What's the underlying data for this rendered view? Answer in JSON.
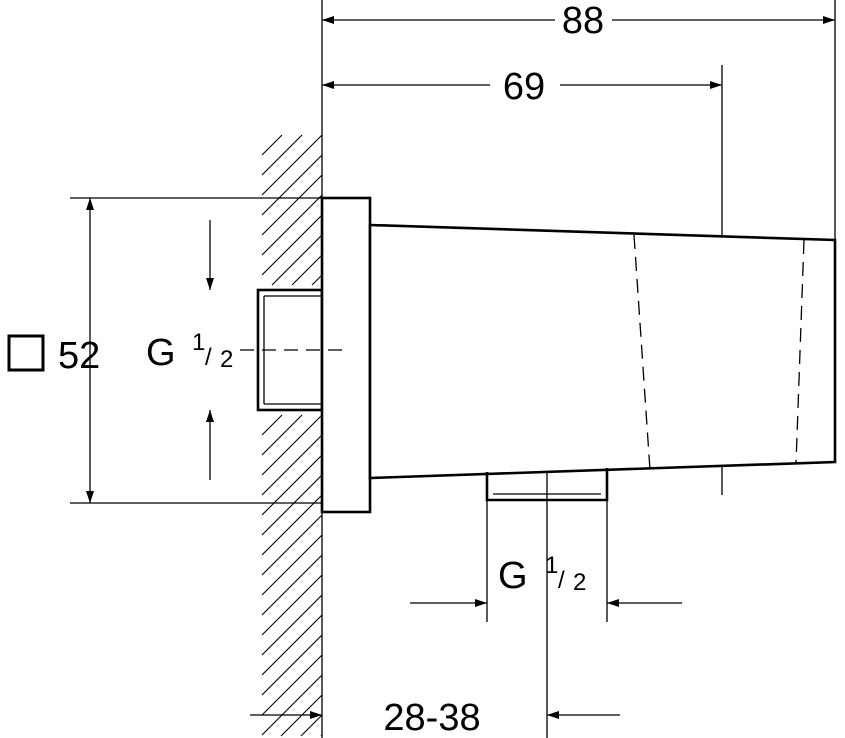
{
  "drawing": {
    "dim_total_length": "88",
    "dim_body_length": "69",
    "dim_square_size": "52",
    "dim_wall_depth": "28-38",
    "thread_inlet": {
      "letter": "G",
      "num": "1",
      "den": "2"
    },
    "thread_outlet": {
      "letter": "G",
      "num": "1",
      "den": "2"
    }
  }
}
